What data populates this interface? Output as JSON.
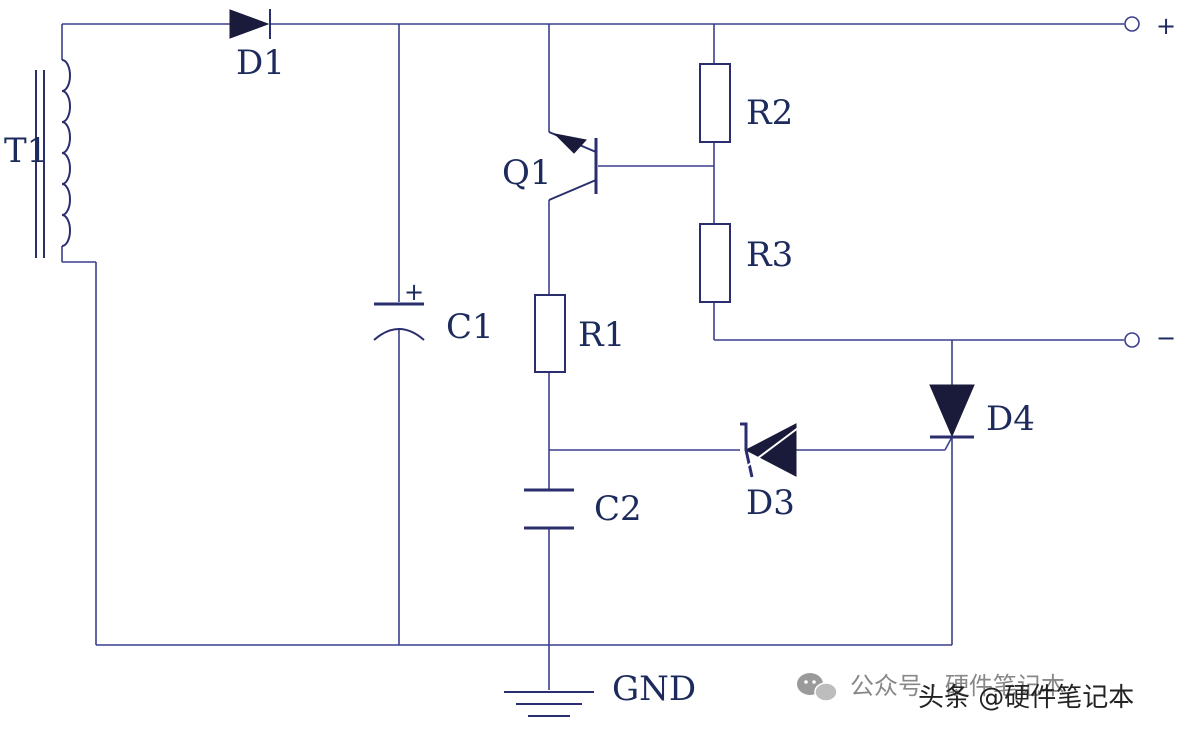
{
  "labels": {
    "d1": "D1",
    "t1": "T1",
    "q1": "Q1",
    "r1": "R1",
    "r2": "R2",
    "r3": "R3",
    "c1": "C1",
    "c2": "C2",
    "d3": "D3",
    "d4": "D4",
    "gnd": "GND",
    "plus": "+",
    "minus": "−",
    "c1_polarity": "+"
  },
  "watermark": {
    "source": "公众号 · 硬件笔记本",
    "credit": "头条 @硬件笔记本"
  },
  "colors": {
    "wire": "#3a3f8c",
    "component": "#2a2d6e",
    "label": "#1c2b5c"
  }
}
